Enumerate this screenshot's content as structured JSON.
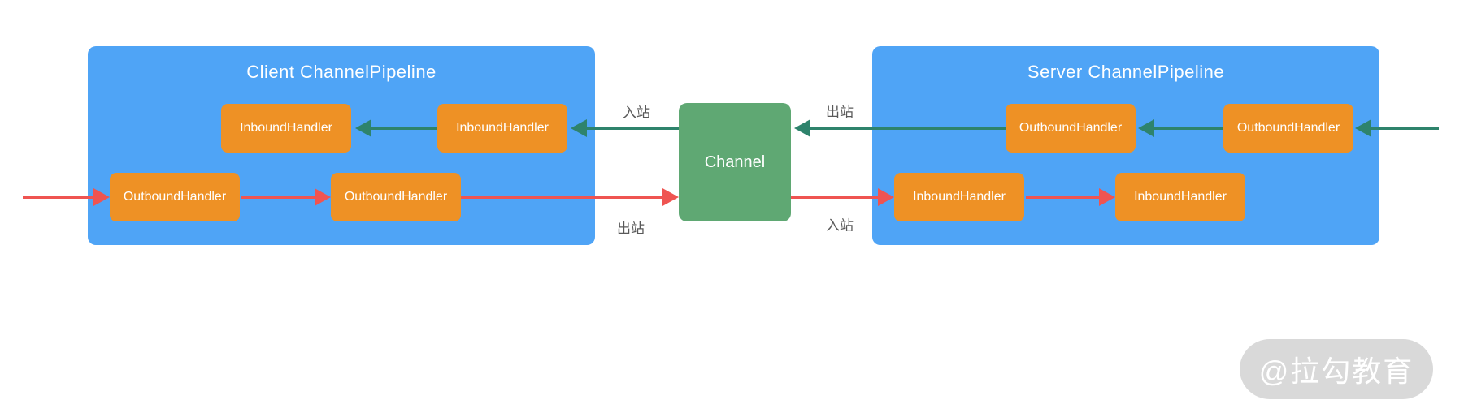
{
  "colors": {
    "pipeline_blue": "#4FA4F6",
    "handler_orange": "#EE9125",
    "channel_green": "#5FA873",
    "inbound_arrow_teal": "#2E836C",
    "outbound_arrow_red": "#EF5451",
    "flow_label_gray": "#595959",
    "watermark_gray": "#D9D9D9"
  },
  "client_pipeline": {
    "title": "Client ChannelPipeline",
    "inbound_handlers": [
      "InboundHandler",
      "InboundHandler"
    ],
    "outbound_handlers": [
      "OutboundHandler",
      "OutboundHandler"
    ]
  },
  "channel": {
    "label": "Channel"
  },
  "server_pipeline": {
    "title": "Server ChannelPipeline",
    "outbound_handlers": [
      "OutboundHandler",
      "OutboundHandler"
    ],
    "inbound_handlers": [
      "InboundHandler",
      "InboundHandler"
    ]
  },
  "flow_labels": {
    "client_inbound": "入站",
    "client_outbound": "出站",
    "server_outbound": "出站",
    "server_inbound": "入站"
  },
  "watermark": {
    "text": "@拉勾教育"
  }
}
